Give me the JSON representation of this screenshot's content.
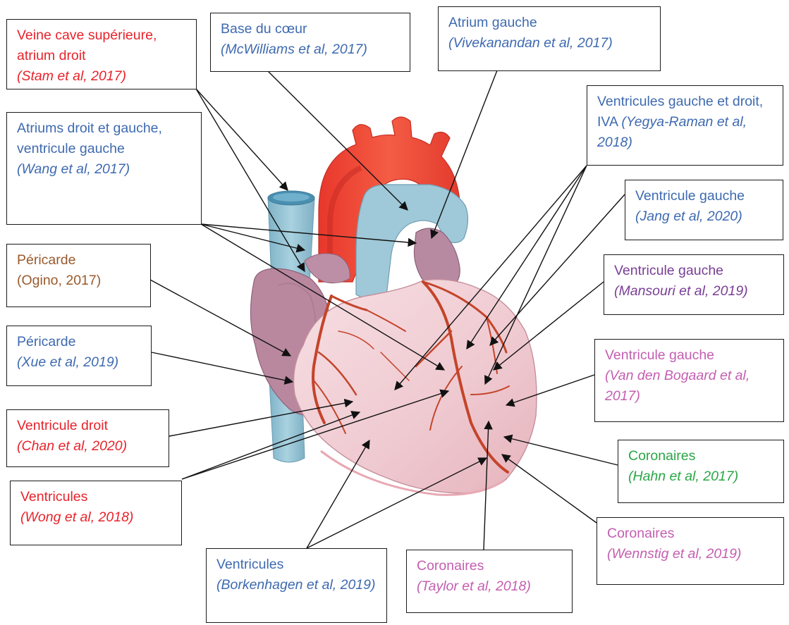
{
  "colors": {
    "red": "#e8232b",
    "blue": "#3e6ab0",
    "brown": "#9a5a2c",
    "purple": "#7a3e96",
    "pink": "#c45eb0",
    "green": "#2aa646"
  },
  "labels": [
    {
      "id": "veine-cave",
      "color": "red",
      "title": "Veine cave supérieure, atrium droit",
      "citation": "(Stam et al, 2017)"
    },
    {
      "id": "base-coeur",
      "color": "blue",
      "title": "Base du cœur",
      "citation": "(McWilliams et al, 2017)"
    },
    {
      "id": "atrium-gauche",
      "color": "blue",
      "title": "Atrium gauche",
      "citation": "(Vivekanandan et al, 2017)"
    },
    {
      "id": "atriums",
      "color": "blue",
      "title": "Atriums droit et gauche, ventricule gauche",
      "citation": "(Wang et al, 2017)"
    },
    {
      "id": "ventricules-iva",
      "color": "blue",
      "title": "Ventricules gauche et droit, IVA",
      "citation": "(Yegya-Raman et al, 2018)"
    },
    {
      "id": "vg-jang",
      "color": "blue",
      "title": "Ventricule gauche",
      "citation": "(Jang et al, 2020)"
    },
    {
      "id": "pericarde-ogino",
      "color": "brown",
      "title": "Péricarde",
      "citation": "(Ogino, 2017)"
    },
    {
      "id": "vg-mansouri",
      "color": "purple",
      "title": "Ventricule gauche",
      "citation": "(Mansouri et al, 2019)"
    },
    {
      "id": "pericarde-xue",
      "color": "blue",
      "title": "Péricarde",
      "citation": "(Xue et al, 2019)"
    },
    {
      "id": "vg-bogaard",
      "color": "pink",
      "title": "Ventricule gauche",
      "citation": "(Van den Bogaard et al, 2017)"
    },
    {
      "id": "vd-chan",
      "color": "red",
      "title": "Ventricule droit",
      "citation": "(Chan et al, 2020)"
    },
    {
      "id": "coronaires-hahn",
      "color": "green",
      "title": "Coronaires",
      "citation": "(Hahn et al, 2017)"
    },
    {
      "id": "ventricules-wong",
      "color": "red",
      "title": "Ventricules",
      "citation": "(Wong et al, 2018)"
    },
    {
      "id": "coronaires-wennstig",
      "color": "pink",
      "title": "Coronaires",
      "citation": "(Wennstig et al, 2019)"
    },
    {
      "id": "ventricules-borkenhagen",
      "color": "blue",
      "title": "Ventricules",
      "citation": "(Borkenhagen et al, 2019)"
    },
    {
      "id": "coronaires-taylor",
      "color": "pink",
      "title": "Coronaires",
      "citation": "(Taylor et al, 2018)"
    }
  ]
}
